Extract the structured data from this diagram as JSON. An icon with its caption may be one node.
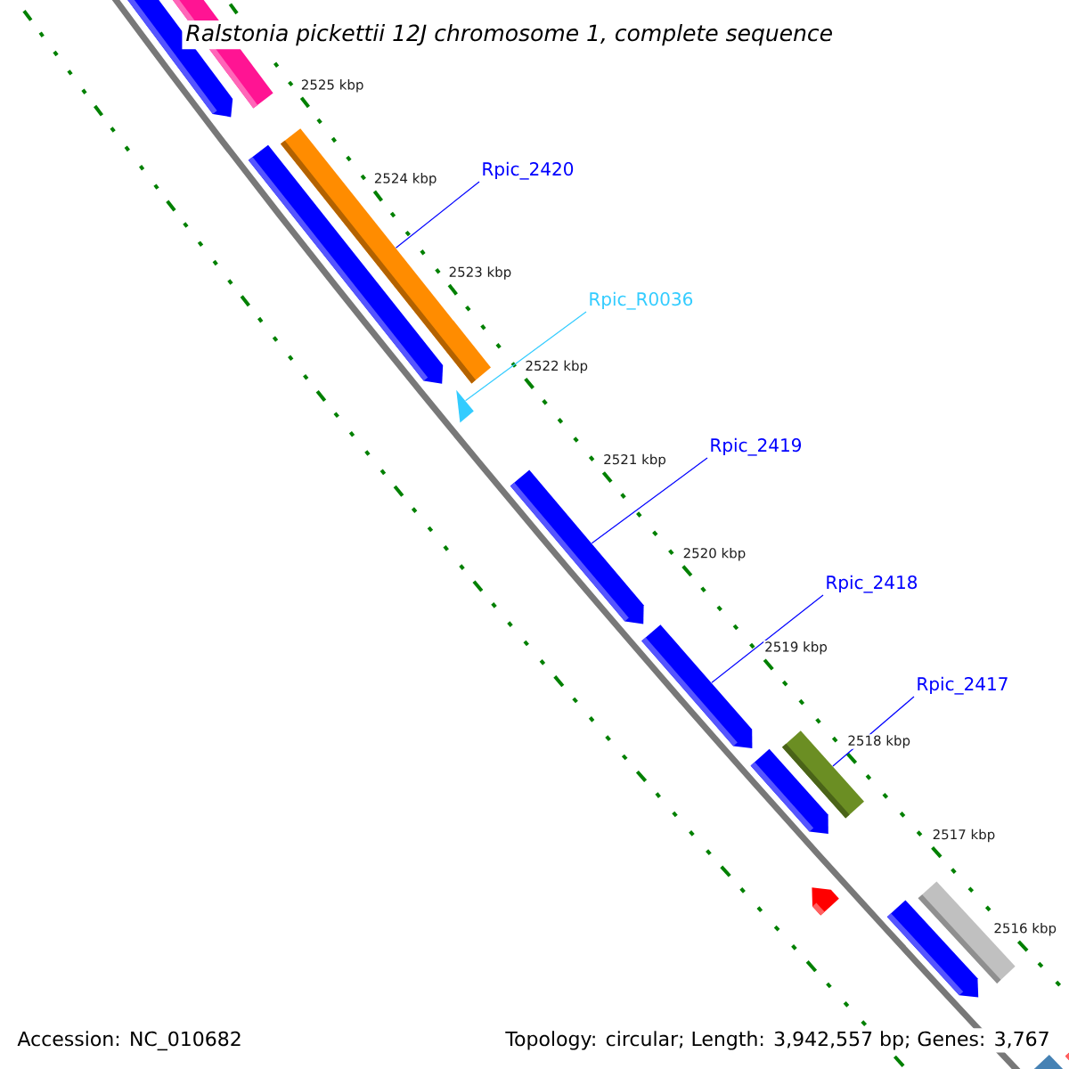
{
  "diagram": {
    "title": "Ralstonia pickettii 12J chromosome 1, complete sequence",
    "nodes": [
      {
        "text": [
          "Rpic_2420"
        ]
      },
      {
        "text": [],
        "shape": "bar"
      },
      {
        "text": [
          "Rpic_R0036"
        ]
      },
      {
        "text": [],
        "shape": "triangle"
      },
      {
        "text": [
          "Rpic_2419"
        ]
      },
      {
        "text": [],
        "shape": "bar"
      },
      {
        "text": [
          "Rpic_2418"
        ]
      },
      {
        "text": [],
        "shape": "bar"
      },
      {
        "text": [
          "Rpic_2417"
        ]
      },
      {
        "text": [],
        "shape": "bar"
      }
    ],
    "edges": [
      {
        "from": 0,
        "to": 1,
        "arrow": "none"
      },
      {
        "from": 2,
        "to": 3,
        "arrow": "none",
        "color": "#33ccff"
      },
      {
        "from": 4,
        "to": 5,
        "arrow": "none"
      },
      {
        "from": 6,
        "to": 7,
        "arrow": "none"
      },
      {
        "from": 8,
        "to": 9,
        "arrow": "none"
      }
    ],
    "labels": [
      "2525 kbp",
      "2524 kbp",
      "2523 kbp",
      "2522 kbp",
      "2521 kbp",
      "2520 kbp",
      "2519 kbp",
      "2518 kbp",
      "2517 kbp",
      "2516 kbp",
      "Accession: NC_010682",
      "Topology: circular; Length: 3,942,557 bp; Genes: 3,767"
    ]
  }
}
